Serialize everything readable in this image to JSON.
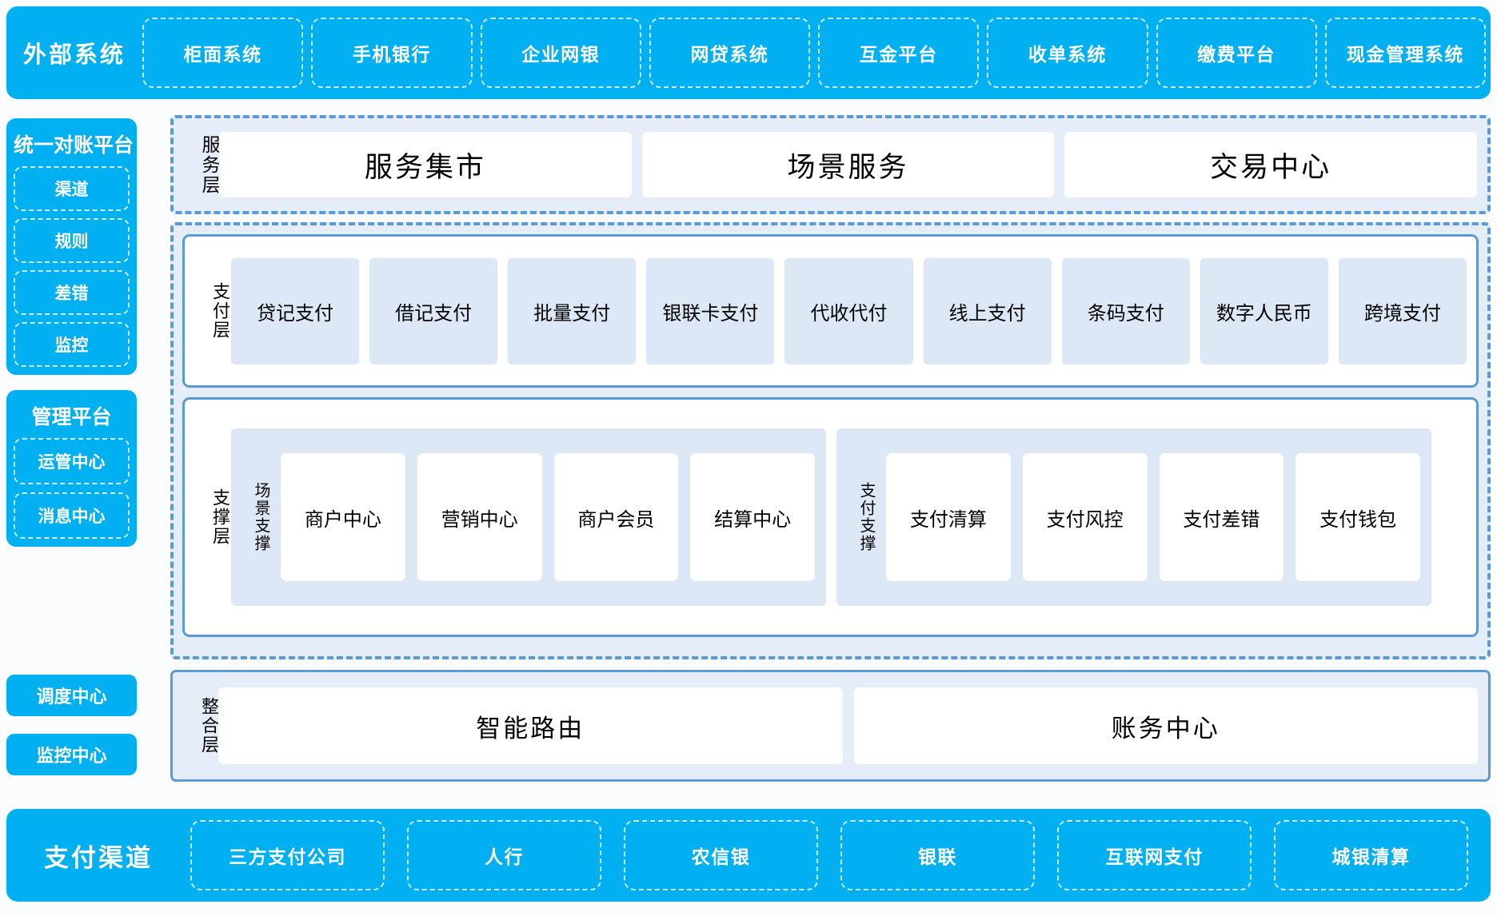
{
  "theme": {
    "brand_blue": "#00B0F0",
    "layer_border_blue": "#5b9bd5",
    "layer_fill_blue": "#e4edf8",
    "chip_fill_blue": "#dde8f6",
    "page_background": "#fafcfe",
    "white": "#ffffff",
    "text_dark": "#000000",
    "text_light": "#ffffff"
  },
  "external": {
    "title": "外部系统",
    "items": [
      {
        "label": "柜面系统"
      },
      {
        "label": "手机银行"
      },
      {
        "label": "企业网银"
      },
      {
        "label": "网贷系统"
      },
      {
        "label": "互金平台"
      },
      {
        "label": "收单系统"
      },
      {
        "label": "缴费平台"
      },
      {
        "label": "现金管理系统"
      }
    ]
  },
  "sidebar": {
    "reconciliation": {
      "title": "统一对账平台",
      "items": [
        {
          "label": "渠道"
        },
        {
          "label": "规则"
        },
        {
          "label": "差错"
        },
        {
          "label": "监控"
        }
      ]
    },
    "management": {
      "title": "管理平台",
      "items": [
        {
          "label": "运管中心"
        },
        {
          "label": "消息中心"
        }
      ]
    },
    "standalone": [
      {
        "label": "调度中心"
      },
      {
        "label": "监控中心"
      }
    ]
  },
  "service_layer": {
    "label": "服务层",
    "items": [
      {
        "label": "服务集市"
      },
      {
        "label": "场景服务"
      },
      {
        "label": "交易中心"
      }
    ]
  },
  "payment_layer": {
    "label": "支付层",
    "items": [
      {
        "label": "贷记支付"
      },
      {
        "label": "借记支付"
      },
      {
        "label": "批量支付"
      },
      {
        "label": "银联卡支付"
      },
      {
        "label": "代收代付"
      },
      {
        "label": "线上支付"
      },
      {
        "label": "条码支付"
      },
      {
        "label": "数字人民币"
      },
      {
        "label": "跨境支付"
      }
    ]
  },
  "support_layer": {
    "label": "支撑层",
    "groups": [
      {
        "label": "场景支撑",
        "items": [
          {
            "label": "商户中心"
          },
          {
            "label": "营销中心"
          },
          {
            "label": "商户会员"
          },
          {
            "label": "结算中心"
          }
        ]
      },
      {
        "label": "支付支撑",
        "items": [
          {
            "label": "支付清算"
          },
          {
            "label": "支付风控"
          },
          {
            "label": "支付差错"
          },
          {
            "label": "支付钱包"
          }
        ]
      }
    ]
  },
  "integration_layer": {
    "label": "整合层",
    "items": [
      {
        "label": "智能路由"
      },
      {
        "label": "账务中心"
      }
    ]
  },
  "channels": {
    "title": "支付渠道",
    "items": [
      {
        "label": "三方支付公司"
      },
      {
        "label": "人行"
      },
      {
        "label": "农信银"
      },
      {
        "label": "银联"
      },
      {
        "label": "互联网支付"
      },
      {
        "label": "城银清算"
      }
    ]
  }
}
